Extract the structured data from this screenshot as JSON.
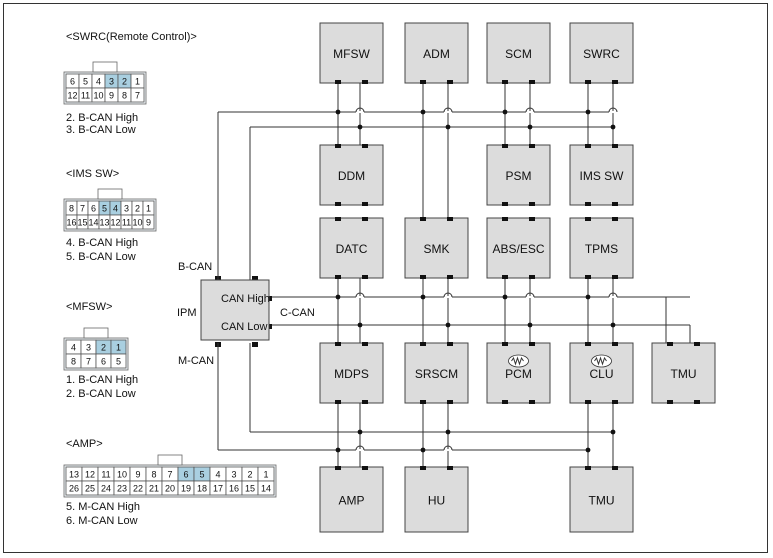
{
  "connectors": [
    {
      "title": "<SWRC(Remote Control)>",
      "rows": [
        [
          "6",
          "5",
          "4",
          "3",
          "2",
          "1"
        ],
        [
          "12",
          "11",
          "10",
          "9",
          "8",
          "7"
        ]
      ],
      "highlight": [
        "3",
        "2"
      ],
      "notes": [
        "2. B-CAN High",
        "3. B-CAN Low"
      ]
    },
    {
      "title": "<IMS SW>",
      "rows": [
        [
          "8",
          "7",
          "6",
          "5",
          "4",
          "3",
          "2",
          "1"
        ],
        [
          "16",
          "15",
          "14",
          "13",
          "12",
          "11",
          "10",
          "9"
        ]
      ],
      "highlight": [
        "5",
        "4"
      ],
      "notes": [
        "4. B-CAN High",
        "5. B-CAN Low"
      ]
    },
    {
      "title": "<MFSW>",
      "rows": [
        [
          "4",
          "3",
          "2",
          "1"
        ],
        [
          "8",
          "7",
          "6",
          "5"
        ]
      ],
      "highlight": [
        "2",
        "1"
      ],
      "notes": [
        "1. B-CAN High",
        "2. B-CAN Low"
      ]
    },
    {
      "title": "<AMP>",
      "rows": [
        [
          "13",
          "12",
          "11",
          "10",
          "9",
          "8",
          "7",
          "6",
          "5",
          "4",
          "3",
          "2",
          "1"
        ],
        [
          "26",
          "25",
          "24",
          "23",
          "22",
          "21",
          "20",
          "19",
          "18",
          "17",
          "16",
          "15",
          "14"
        ]
      ],
      "highlight": [
        "6",
        "5"
      ],
      "notes": [
        "5. M-CAN High",
        "6. M-CAN Low"
      ]
    }
  ],
  "modules": [
    "MFSW",
    "ADM",
    "SCM",
    "SWRC",
    "DDM",
    "PSM",
    "IMS SW",
    "DATC",
    "SMK",
    "ABS/ESC",
    "TPMS",
    "MDPS",
    "SRSCM",
    "PCM",
    "CLU",
    "TMU",
    "AMP",
    "HU",
    "TMU"
  ],
  "ipm": {
    "name": "IPM",
    "can_high": "CAN High",
    "can_low": "CAN Low"
  },
  "bus_labels": {
    "b_can": "B-CAN",
    "c_can": "C-CAN",
    "m_can": "M-CAN"
  },
  "colors": {
    "module_fill": "#dcdcdc",
    "pin_highlight": "#a9cfe0"
  }
}
